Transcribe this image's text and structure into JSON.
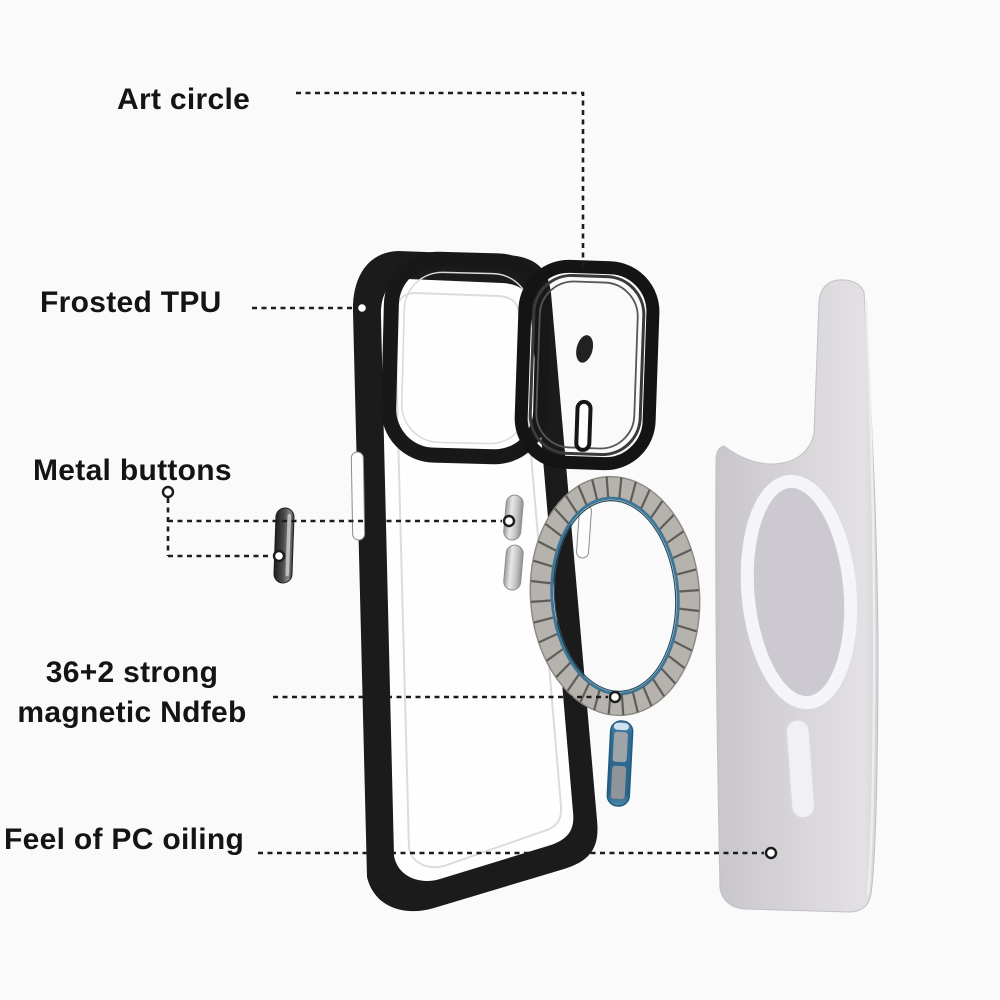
{
  "page": {
    "background": "#fbfafa"
  },
  "callouts": {
    "art_circle": "Art circle",
    "frosted_tpu": "Frosted TPU",
    "metal_buttons": "Metal buttons",
    "magnet_line1": "36+2 strong",
    "magnet_line2": "magnetic Ndfeb",
    "pc_oiling": "Feel of PC oiling"
  },
  "product": {
    "parts": [
      "black-case-frame",
      "camera-cutout",
      "art-circle-camera-ring",
      "dark-metal-side-button",
      "silver-volume-buttons",
      "segmented-magnet-ring",
      "blue-power-button",
      "frosted-back-plate-with-magsafe-ring"
    ],
    "magnet_ring": {
      "segments": 36
    },
    "colors": {
      "case": "#1b1b1b",
      "plate": "#d6d4d7",
      "magsafe_ring": "#f5f4f7",
      "magnet_band": "#b6b3ae",
      "magnet_inner_rim": "#3e7796",
      "button_blue": "#2f6e97",
      "button_silver": "#cfcfcf",
      "label_text": "#141414"
    }
  }
}
